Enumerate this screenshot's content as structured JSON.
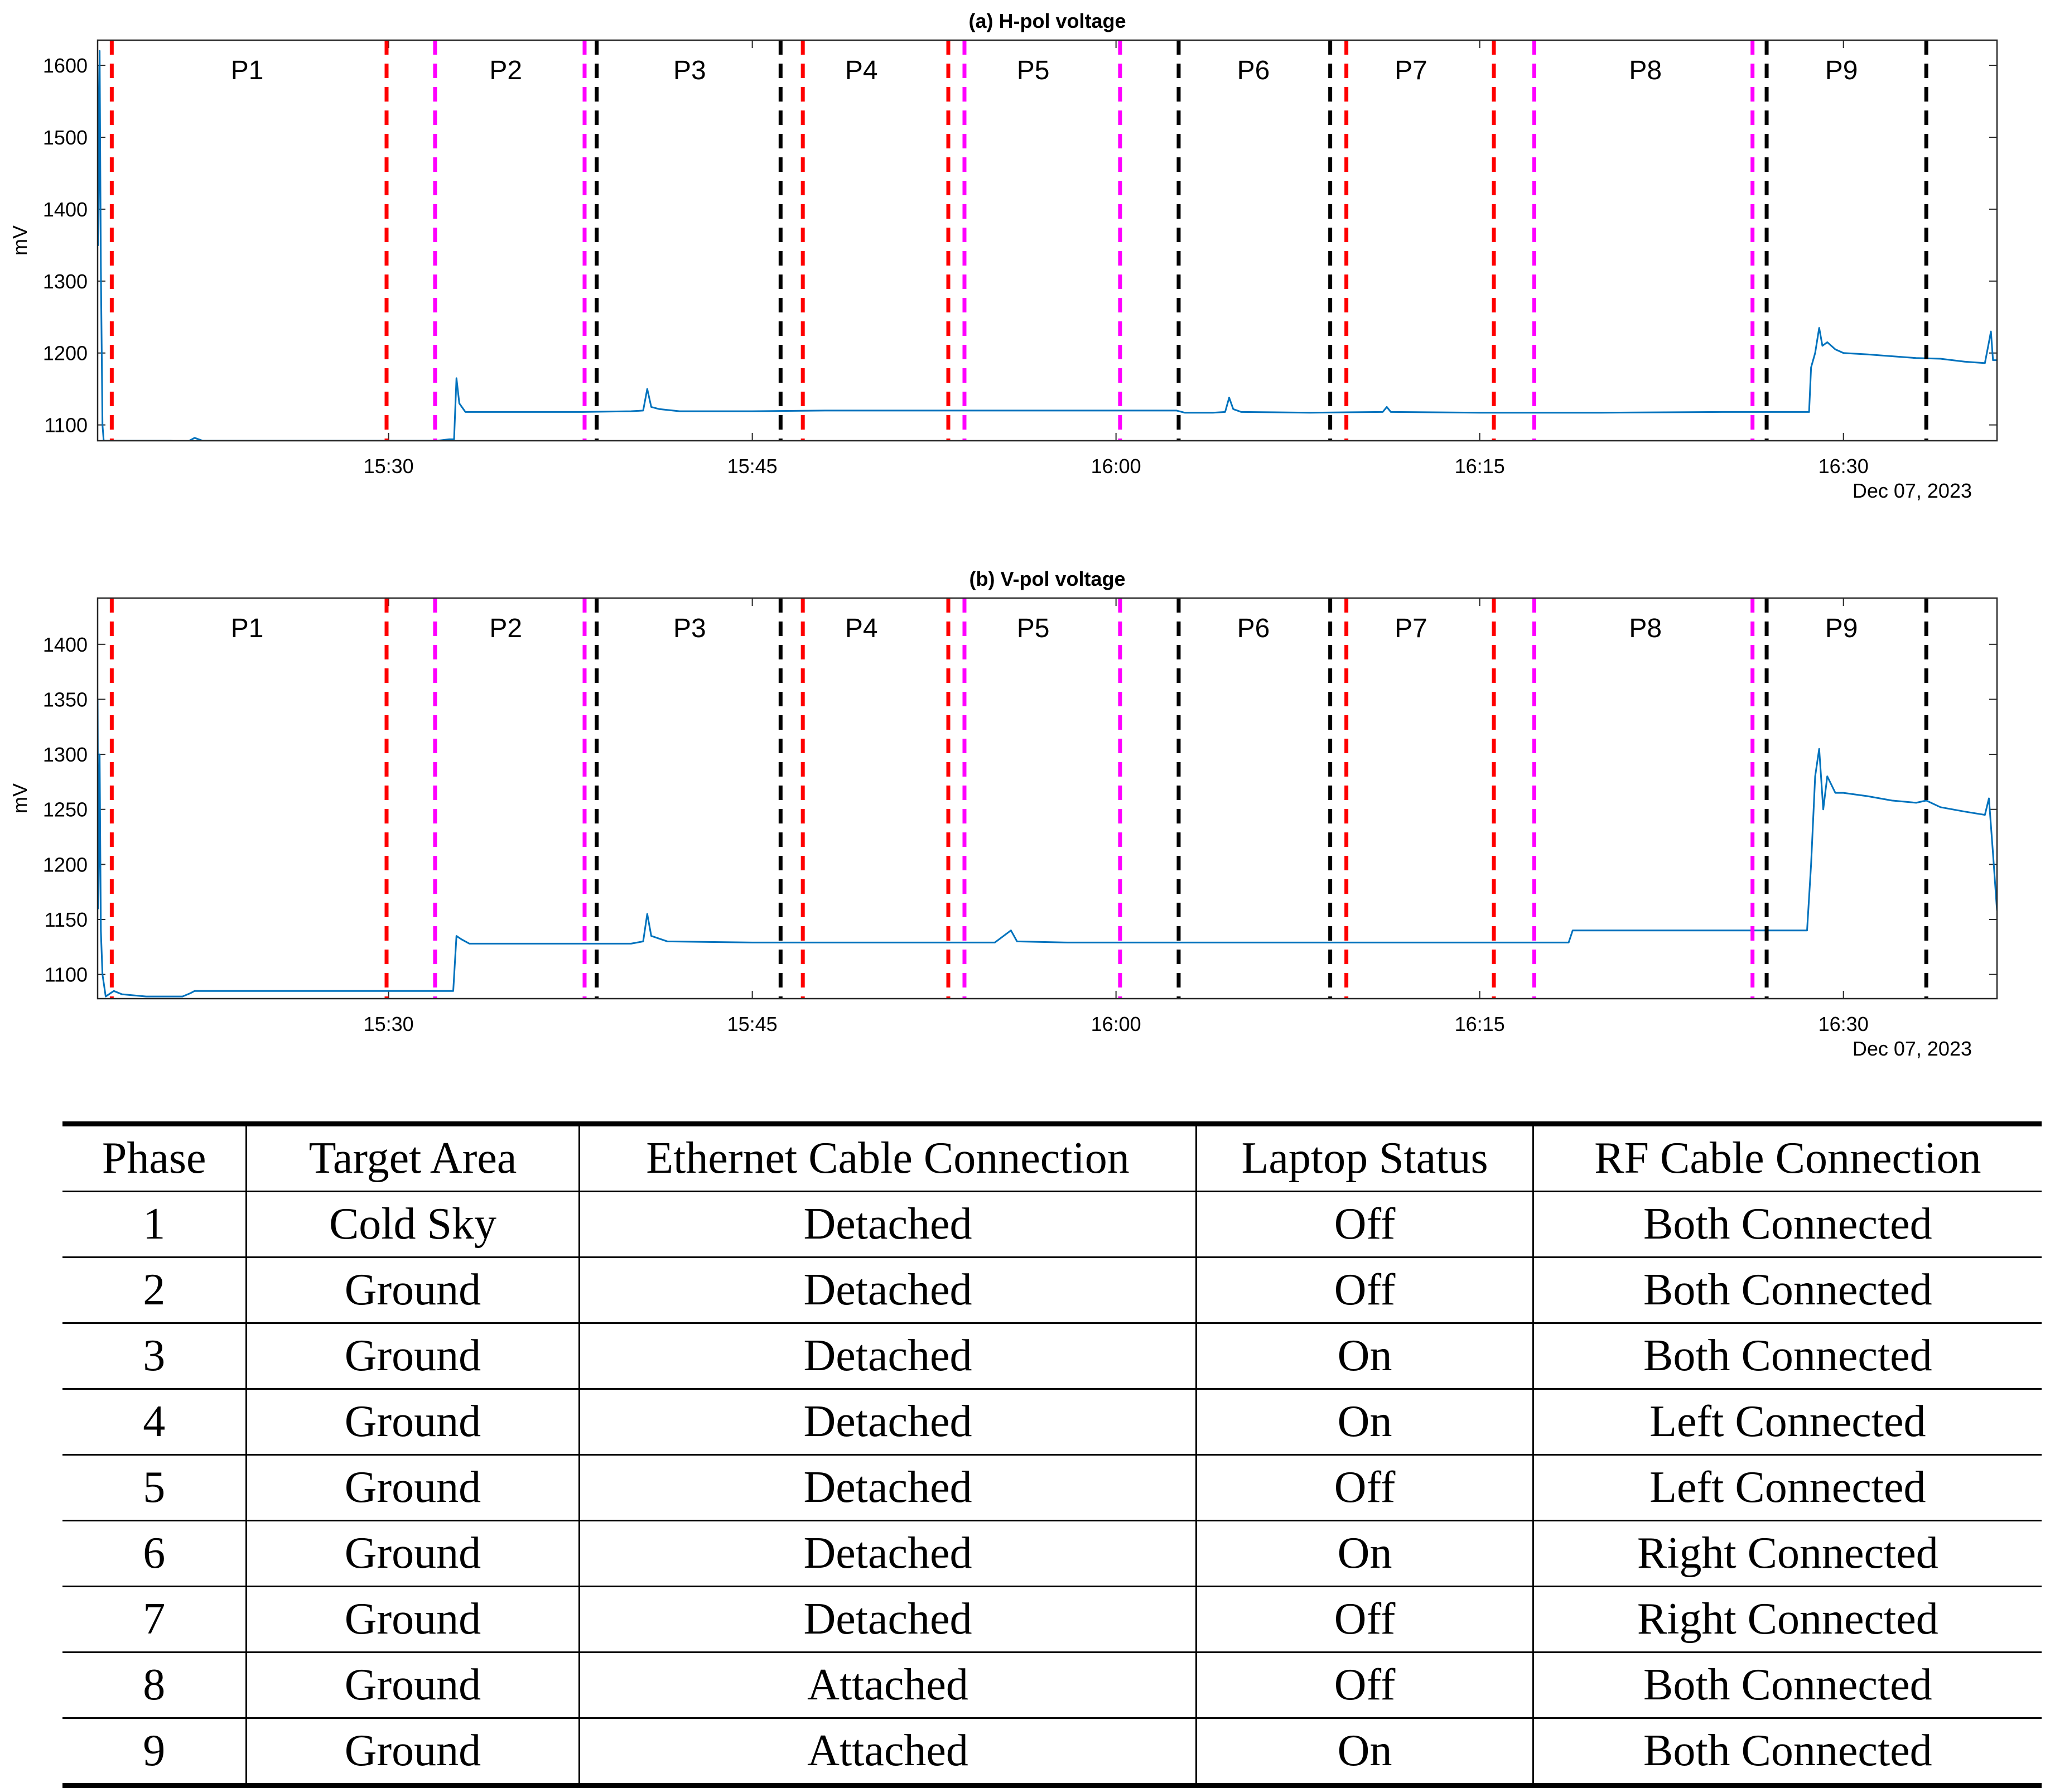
{
  "chart_data": [
    {
      "type": "line",
      "title": "(a) H-pol voltage",
      "ylabel": "mV",
      "ylim": [
        1078,
        1635
      ],
      "yticks": [
        1100,
        1200,
        1300,
        1400,
        1500,
        1600
      ],
      "xlim": [
        "15:18:00",
        "16:36:20"
      ],
      "xticks": [
        "15:30",
        "15:45",
        "16:00",
        "16:15",
        "16:30"
      ],
      "date_label": "Dec 07, 2023",
      "phase_labels": [
        {
          "label": "P1",
          "x": "15:24:10"
        },
        {
          "label": "P2",
          "x": "15:34:50"
        },
        {
          "label": "P3",
          "x": "15:42:25"
        },
        {
          "label": "P4",
          "x": "15:49:30"
        },
        {
          "label": "P5",
          "x": "15:56:35"
        },
        {
          "label": "P6",
          "x": "16:05:40"
        },
        {
          "label": "P7",
          "x": "16:12:10"
        },
        {
          "label": "P8",
          "x": "16:21:50"
        },
        {
          "label": "P9",
          "x": "16:29:55"
        }
      ],
      "markers": [
        {
          "x": "15:18:35",
          "color": "#ff0000"
        },
        {
          "x": "15:29:55",
          "color": "#ff0000"
        },
        {
          "x": "15:31:55",
          "color": "#ff00ff"
        },
        {
          "x": "15:38:05",
          "color": "#ff00ff"
        },
        {
          "x": "15:38:35",
          "color": "#000000"
        },
        {
          "x": "15:46:10",
          "color": "#000000"
        },
        {
          "x": "15:47:05",
          "color": "#ff0000"
        },
        {
          "x": "15:53:05",
          "color": "#ff0000"
        },
        {
          "x": "15:53:45",
          "color": "#ff00ff"
        },
        {
          "x": "16:00:10",
          "color": "#ff00ff"
        },
        {
          "x": "16:02:35",
          "color": "#000000"
        },
        {
          "x": "16:08:50",
          "color": "#000000"
        },
        {
          "x": "16:09:30",
          "color": "#ff0000"
        },
        {
          "x": "16:15:35",
          "color": "#ff0000"
        },
        {
          "x": "16:17:15",
          "color": "#ff00ff"
        },
        {
          "x": "16:26:15",
          "color": "#ff00ff"
        },
        {
          "x": "16:26:50",
          "color": "#000000"
        },
        {
          "x": "16:33:25",
          "color": "#000000"
        }
      ],
      "series": [
        {
          "color": "#0072bd",
          "points": [
            [
              "15:18:00",
              1600
            ],
            [
              "15:18:02",
              1350
            ],
            [
              "15:18:05",
              1620
            ],
            [
              "15:18:08",
              1320
            ],
            [
              "15:18:12",
              1100
            ],
            [
              "15:18:15",
              1078
            ],
            [
              "15:19:00",
              1078
            ],
            [
              "15:21:00",
              1078
            ],
            [
              "15:21:40",
              1076
            ],
            [
              "15:22:00",
              1082
            ],
            [
              "15:22:20",
              1078
            ],
            [
              "15:25:00",
              1078
            ],
            [
              "15:28:00",
              1078
            ],
            [
              "15:30:00",
              1078
            ],
            [
              "15:32:00",
              1078
            ],
            [
              "15:32:30",
              1080
            ],
            [
              "15:32:42",
              1080
            ],
            [
              "15:32:48",
              1165
            ],
            [
              "15:32:55",
              1130
            ],
            [
              "15:33:10",
              1118
            ],
            [
              "15:35:00",
              1118
            ],
            [
              "15:38:00",
              1118
            ],
            [
              "15:40:00",
              1119
            ],
            [
              "15:40:30",
              1120
            ],
            [
              "15:40:40",
              1150
            ],
            [
              "15:40:50",
              1125
            ],
            [
              "15:41:10",
              1122
            ],
            [
              "15:42:00",
              1119
            ],
            [
              "15:45:00",
              1119
            ],
            [
              "15:48:00",
              1120
            ],
            [
              "15:52:00",
              1120
            ],
            [
              "15:56:00",
              1120
            ],
            [
              "16:00:00",
              1120
            ],
            [
              "16:02:30",
              1120
            ],
            [
              "16:02:50",
              1117
            ],
            [
              "16:04:00",
              1117
            ],
            [
              "16:04:30",
              1118
            ],
            [
              "16:04:40",
              1138
            ],
            [
              "16:04:50",
              1122
            ],
            [
              "16:05:10",
              1118
            ],
            [
              "16:08:00",
              1117
            ],
            [
              "16:11:00",
              1118
            ],
            [
              "16:11:10",
              1125
            ],
            [
              "16:11:20",
              1118
            ],
            [
              "16:15:00",
              1117
            ],
            [
              "16:20:00",
              1117
            ],
            [
              "16:25:00",
              1118
            ],
            [
              "16:28:35",
              1118
            ],
            [
              "16:28:40",
              1180
            ],
            [
              "16:28:50",
              1200
            ],
            [
              "16:29:00",
              1235
            ],
            [
              "16:29:08",
              1210
            ],
            [
              "16:29:20",
              1215
            ],
            [
              "16:29:40",
              1205
            ],
            [
              "16:30:00",
              1200
            ],
            [
              "16:31:00",
              1198
            ],
            [
              "16:33:00",
              1193
            ],
            [
              "16:34:00",
              1192
            ],
            [
              "16:35:00",
              1188
            ],
            [
              "16:35:50",
              1186
            ],
            [
              "16:36:00",
              1215
            ],
            [
              "16:36:05",
              1230
            ],
            [
              "16:36:10",
              1190
            ],
            [
              "16:36:20",
              1190
            ]
          ]
        }
      ]
    },
    {
      "type": "line",
      "title": "(b) V-pol voltage",
      "ylabel": "mV",
      "ylim": [
        1078,
        1442
      ],
      "yticks": [
        1100,
        1150,
        1200,
        1250,
        1300,
        1350,
        1400
      ],
      "xlim": [
        "15:18:00",
        "16:36:20"
      ],
      "xticks": [
        "15:30",
        "15:45",
        "16:00",
        "16:15",
        "16:30"
      ],
      "date_label": "Dec 07, 2023",
      "phase_labels": [
        {
          "label": "P1",
          "x": "15:24:10"
        },
        {
          "label": "P2",
          "x": "15:34:50"
        },
        {
          "label": "P3",
          "x": "15:42:25"
        },
        {
          "label": "P4",
          "x": "15:49:30"
        },
        {
          "label": "P5",
          "x": "15:56:35"
        },
        {
          "label": "P6",
          "x": "16:05:40"
        },
        {
          "label": "P7",
          "x": "16:12:10"
        },
        {
          "label": "P8",
          "x": "16:21:50"
        },
        {
          "label": "P9",
          "x": "16:29:55"
        }
      ],
      "markers": [
        {
          "x": "15:18:35",
          "color": "#ff0000"
        },
        {
          "x": "15:29:55",
          "color": "#ff0000"
        },
        {
          "x": "15:31:55",
          "color": "#ff00ff"
        },
        {
          "x": "15:38:05",
          "color": "#ff00ff"
        },
        {
          "x": "15:38:35",
          "color": "#000000"
        },
        {
          "x": "15:46:10",
          "color": "#000000"
        },
        {
          "x": "15:47:05",
          "color": "#ff0000"
        },
        {
          "x": "15:53:05",
          "color": "#ff0000"
        },
        {
          "x": "15:53:45",
          "color": "#ff00ff"
        },
        {
          "x": "16:00:10",
          "color": "#ff00ff"
        },
        {
          "x": "16:02:35",
          "color": "#000000"
        },
        {
          "x": "16:08:50",
          "color": "#000000"
        },
        {
          "x": "16:09:30",
          "color": "#ff0000"
        },
        {
          "x": "16:15:35",
          "color": "#ff0000"
        },
        {
          "x": "16:17:15",
          "color": "#ff00ff"
        },
        {
          "x": "16:26:15",
          "color": "#ff00ff"
        },
        {
          "x": "16:26:50",
          "color": "#000000"
        },
        {
          "x": "16:33:25",
          "color": "#000000"
        }
      ],
      "series": [
        {
          "color": "#0072bd",
          "points": [
            [
              "15:18:00",
              1350
            ],
            [
              "15:18:02",
              1160
            ],
            [
              "15:18:05",
              1300
            ],
            [
              "15:18:08",
              1140
            ],
            [
              "15:18:12",
              1100
            ],
            [
              "15:18:20",
              1080
            ],
            [
              "15:18:40",
              1085
            ],
            [
              "15:19:00",
              1082
            ],
            [
              "15:20:00",
              1080
            ],
            [
              "15:21:30",
              1080
            ],
            [
              "15:21:50",
              1083
            ],
            [
              "15:22:00",
              1085
            ],
            [
              "15:25:00",
              1085
            ],
            [
              "15:28:00",
              1085
            ],
            [
              "15:30:00",
              1085
            ],
            [
              "15:32:00",
              1085
            ],
            [
              "15:32:40",
              1085
            ],
            [
              "15:32:48",
              1135
            ],
            [
              "15:33:00",
              1132
            ],
            [
              "15:33:20",
              1128
            ],
            [
              "15:36:00",
              1128
            ],
            [
              "15:40:00",
              1128
            ],
            [
              "15:40:30",
              1130
            ],
            [
              "15:40:40",
              1155
            ],
            [
              "15:40:50",
              1135
            ],
            [
              "15:41:30",
              1130
            ],
            [
              "15:45:00",
              1129
            ],
            [
              "15:50:00",
              1129
            ],
            [
              "15:55:00",
              1129
            ],
            [
              "15:55:40",
              1140
            ],
            [
              "15:55:55",
              1130
            ],
            [
              "15:58:00",
              1129
            ],
            [
              "16:00:00",
              1129
            ],
            [
              "16:05:00",
              1129
            ],
            [
              "16:10:00",
              1129
            ],
            [
              "16:15:00",
              1129
            ],
            [
              "16:18:40",
              1129
            ],
            [
              "16:18:50",
              1140
            ],
            [
              "16:22:00",
              1140
            ],
            [
              "16:26:00",
              1140
            ],
            [
              "16:28:30",
              1140
            ],
            [
              "16:28:40",
              1200
            ],
            [
              "16:28:50",
              1280
            ],
            [
              "16:29:00",
              1305
            ],
            [
              "16:29:10",
              1250
            ],
            [
              "16:29:20",
              1280
            ],
            [
              "16:29:40",
              1265
            ],
            [
              "16:30:00",
              1265
            ],
            [
              "16:31:00",
              1262
            ],
            [
              "16:32:00",
              1258
            ],
            [
              "16:33:00",
              1256
            ],
            [
              "16:33:25",
              1258
            ],
            [
              "16:34:00",
              1252
            ],
            [
              "16:35:00",
              1248
            ],
            [
              "16:35:50",
              1245
            ],
            [
              "16:36:00",
              1260
            ],
            [
              "16:36:10",
              1210
            ],
            [
              "16:36:20",
              1158
            ]
          ]
        }
      ]
    }
  ],
  "table": {
    "headers": [
      "Phase",
      "Target Area",
      "Ethernet Cable Connection",
      "Laptop Status",
      "RF Cable Connection"
    ],
    "rows": [
      [
        "1",
        "Cold Sky",
        "Detached",
        "Off",
        "Both Connected"
      ],
      [
        "2",
        "Ground",
        "Detached",
        "Off",
        "Both Connected"
      ],
      [
        "3",
        "Ground",
        "Detached",
        "On",
        "Both Connected"
      ],
      [
        "4",
        "Ground",
        "Detached",
        "On",
        "Left Connected"
      ],
      [
        "5",
        "Ground",
        "Detached",
        "Off",
        "Left Connected"
      ],
      [
        "6",
        "Ground",
        "Detached",
        "On",
        "Right Connected"
      ],
      [
        "7",
        "Ground",
        "Detached",
        "Off",
        "Right Connected"
      ],
      [
        "8",
        "Ground",
        "Attached",
        "Off",
        "Both Connected"
      ],
      [
        "9",
        "Ground",
        "Attached",
        "On",
        "Both Connected"
      ]
    ]
  }
}
